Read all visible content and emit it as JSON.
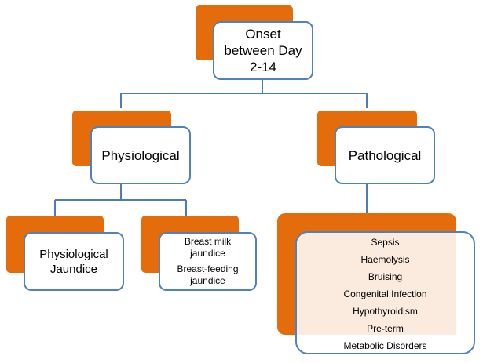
{
  "colors": {
    "accent_orange": "#E46C0A",
    "border_blue": "#4F81BD",
    "connector_blue": "#4A7EBB",
    "card_tint": "#FAEBDE"
  },
  "root": {
    "lines": [
      "Onset",
      "between Day",
      "2-14"
    ]
  },
  "branches": {
    "physiological": {
      "label": "Physiological",
      "children": {
        "jaundice": {
          "lines": [
            "Physiological",
            "Jaundice"
          ]
        },
        "breast": {
          "items": [
            [
              "Breast milk",
              "jaundice"
            ],
            [
              "Breast-feeding",
              "jaundice"
            ]
          ]
        }
      }
    },
    "pathological": {
      "label": "Pathological",
      "causes": [
        "Sepsis",
        "Haemolysis",
        "Bruising",
        "Congenital Infection",
        "Hypothyroidism",
        "Pre-term",
        "Metabolic Disorders"
      ]
    }
  }
}
